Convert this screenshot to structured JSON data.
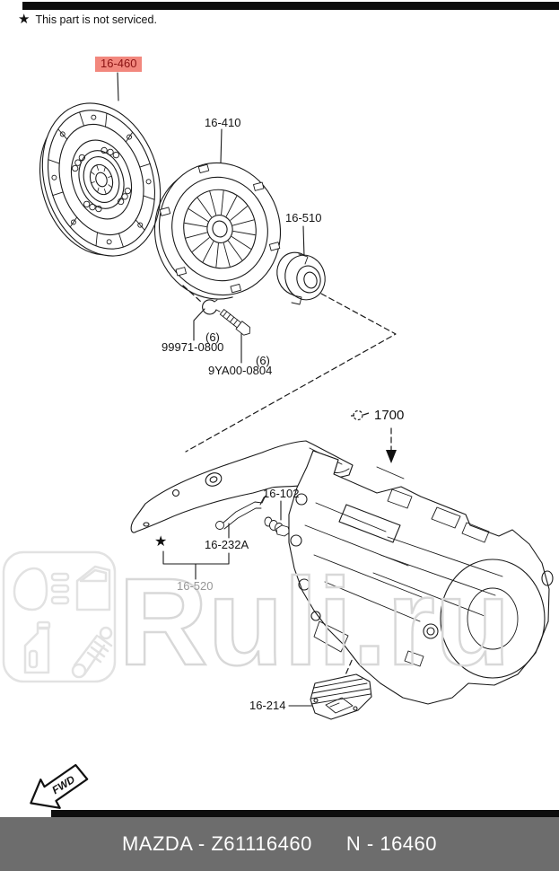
{
  "note": {
    "star": "★",
    "text": "This part is not serviced."
  },
  "parts": {
    "clutch_disc": {
      "code": "16-460",
      "highlighted": true
    },
    "clutch_cover": {
      "code": "16-410"
    },
    "release_bearing": {
      "code": "16-510"
    },
    "snap_ring": {
      "code": "99971-0800",
      "qty": "(6)"
    },
    "bolt": {
      "code": "9YA00-0804",
      "qty": "(6)"
    },
    "transmission_ref": {
      "code": "1700"
    },
    "fork_bolt": {
      "code": "16-102"
    },
    "release_rod": {
      "code": "16-232A"
    },
    "fork_assembly": {
      "code": "16-520",
      "star": "★"
    },
    "mount": {
      "code": "16-214"
    }
  },
  "watermark": {
    "brand": "Ruli.ru"
  },
  "footer": {
    "make_code": "MAZDA - Z61116460",
    "number": "N - 16460"
  },
  "fwd_label": "FWD",
  "colors": {
    "highlight_bg": "#F2877D",
    "highlight_text": "#8A1212",
    "footer_bg": "#6D6D6D",
    "footer_text": "#FFFFFF",
    "watermark_stroke": "#D8D8D8",
    "line_color": "#1A1A1A",
    "muted_label": "#979797"
  }
}
